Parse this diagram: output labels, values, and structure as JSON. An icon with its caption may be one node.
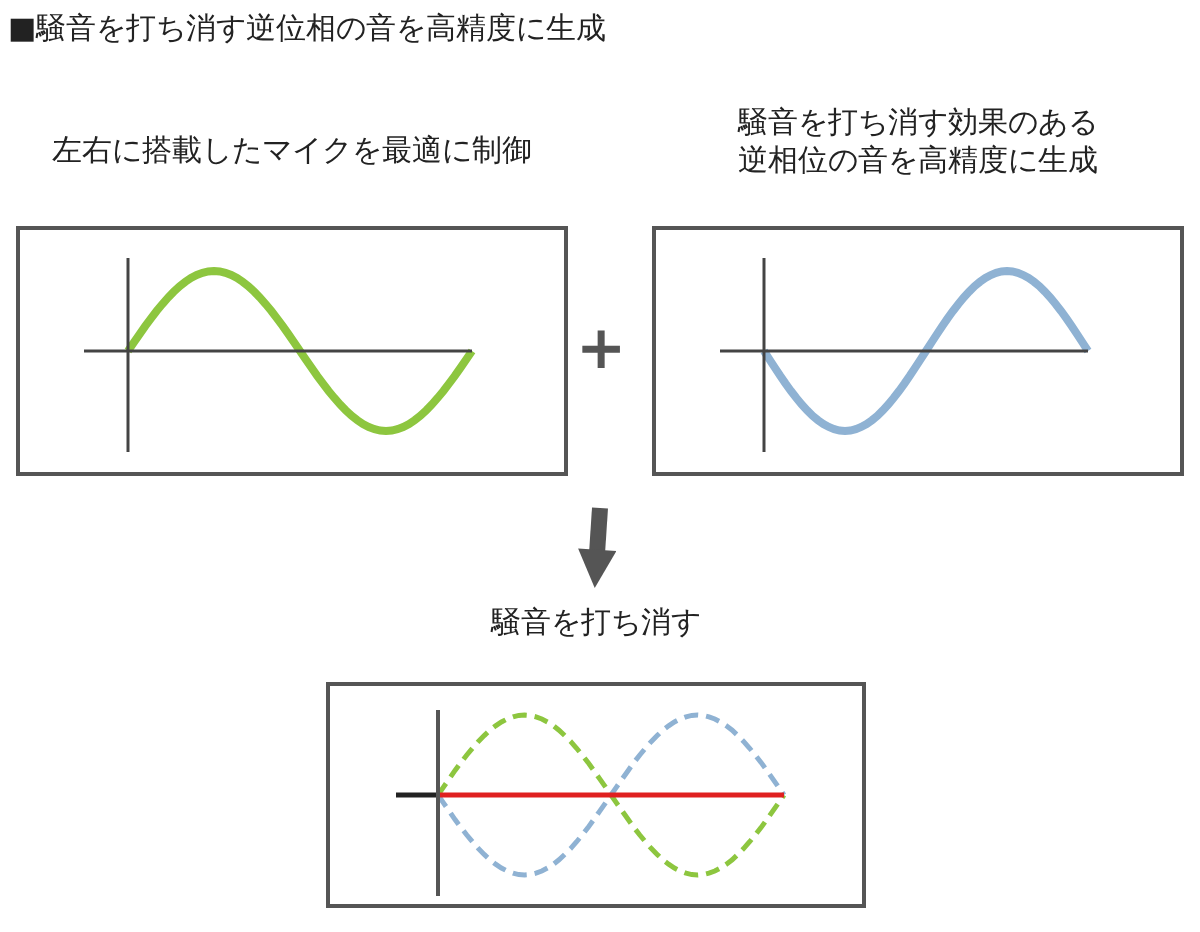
{
  "diagram": {
    "title": "■騒音を打ち消す逆位相の音を高精度に生成",
    "nodes": [
      {
        "text": [
          "左右に搭載したマイクを最適に制御"
        ]
      },
      {
        "text": [
          "騒音を打ち消す効果のある逆相位の音を高精度に生成"
        ]
      },
      {
        "text": [
          "騒音を打ち消す"
        ]
      }
    ],
    "edges": [
      {
        "from": null,
        "to": 2,
        "arrow": "to"
      }
    ],
    "labels": [
      "+"
    ]
  }
}
